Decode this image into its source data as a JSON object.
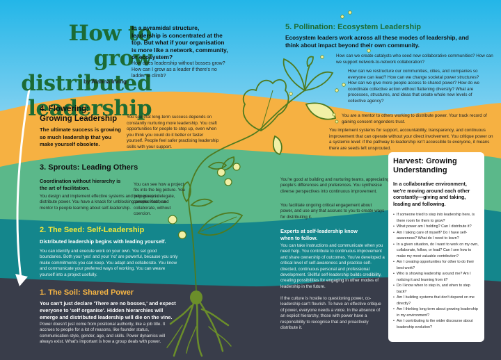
{
  "header": {
    "title": "How to grow distributed leadership",
    "title_lines": [
      "How to grow",
      "distributed",
      "leadership"
    ],
    "byline": "by Alanna Irving",
    "intro_bold": "In a pyramidal structure, leadership is concentrated at the top. But what if your organisation is more like a network, community, or ecosystem?",
    "intro_questions": "How does leadership without bosses grow? How can I grow as a leader if there's no ladder to climb?"
  },
  "sections": {
    "pollination": {
      "title": "5. Pollination: Ecosystem Leadership",
      "lead": "Ecosystem leaders work across all these modes of leadership, and think about impact beyond their own community.",
      "q1": "How can we create catalysts who seed new collaborative communities? How can we support network-to-network collaboration?",
      "q2": "How can we restructure our communities, cities, and companies so everyone can lead? How can we change societal power structures? How can we give more people access to shared power? How do we coordinate collective action without flattening diversity? What are processes, structures, and ideas that create whole new levels of collective agency?",
      "mentor": "You are a mentor to others working to distribute power. Your track record of gaining consent engenders trust.",
      "systems": "You implement systems for support, accountability, transparency, and continuous improvement that can operate without your direct involvement. You critique power on a systemic level: if the pathway to leadership isn't accessible to everyone, it means there are seeds left unsprouted."
    },
    "flowering": {
      "title_line1": "4. Flowering:",
      "title_line2": "Growing Leadership",
      "lead": "The ultimate success is growing so much leadership that you make yourself obsolete.",
      "body": "You see that long-term success depends on constantly nurturing more leadership. You craft opportunities for people to step up, even when you think you could do it better or faster yourself. People feel safer practising leadership skills with your support."
    },
    "sprouts": {
      "title": "3. Sprouts: Leading Others",
      "lead": "Coordination without hierarchy is the art of facilitation.",
      "body": "You design and implement effective systems and processes to distribute power. You have a knack for unblocking people. You're a mentor to people learning about self-leadership.",
      "body2": "You can see how a project fits into the big picture. You help groups delegate, communicate, and collaborate, without coercion.",
      "right1": "You're good at building and nurturing teams, appreciating people's differences and preferences. You synthesise diverse perspectives into continuous improvement.",
      "right2": "You facilitate ongoing critical engagement about power, and use any that accrues to you to create ways for distributing it."
    },
    "seed": {
      "title": "2. The Seed: Self-Leadership",
      "lead": "Distributed leadership begins with leading yourself.",
      "body": "You can identify and execute work on your own. You set good boundaries. Both your 'yes' and your 'no' are powerful, because you only make commitments you can keep. You adapt and collaborate. You know and communicate your preferred ways of working. You can weave yourself into a project usefully.",
      "right_lead": "Experts at self-leadership know when to follow.",
      "right_body": "You can take instructions and communicate when you need help. You contribute to continuous improvement and share ownership of outcomes. You've developed a critical level of self-awareness and practice self-directed, continuous personal and professional development. Skillful self-leadership builds credibility, creating possibilities for engaging in other modes of leadership in the future."
    },
    "soil": {
      "title": "1. The Soil: Shared Power",
      "lead": "You can't just declare 'There are no bosses,' and expect everyone to 'self organise'. Hidden hierarchies will emerge and distributed leadership will die on the vine.",
      "body": "Power doesn't just come from positional authority, like a job title. It accrues to people for a lot of reasons, like founder status, communication style, gender, age, and skills. Power dynamics will always exist. What's important is how a group deals with power.",
      "right": "If the culture is hostile to questioning power, co-leadership can't flourish. To have an effective critique of power, everyone needs a voice. In the absence of an explicit hierarchy, those with power have a responsibility to recognise that and proactively distribute it."
    }
  },
  "harvest": {
    "title": "Harvest: Growing Understanding",
    "lead": "In a collaborative environment, we're moving around each other constantly—giving and taking, leading and following.",
    "questions": [
      "If someone tried to step into leadership here, is there room for them to grow?",
      "What power am I holding? Can I distribute it?",
      "Am I taking care of myself? Do I have self-awareness? What do I need to learn?",
      "In a given situation, do I want to work on my own, collaborate, follow, or lead? Can I see how to make my most valuable contribution?",
      "Am I creating opportunities for other to do their best work?",
      "Who is showing leadership around me? Am I noticing it and learning from it?",
      "Do I know when to step in, and when to step back?",
      "Am I building systems that don't depend on me directly?",
      "Am I thinking long term about growing leadership in my environment?",
      "Am I contributing to the wider discourse about leadership evolution?"
    ]
  },
  "colors": {
    "sky_top": "#23b6e8",
    "sky_bottom": "#e3f2fb",
    "orange_band": "#f6b142",
    "green_band": "#5bb88a",
    "teal_band": "#14868c",
    "soil": "#393d4a",
    "title_green": "#1c6b34",
    "plant_green": "#4f7a1f",
    "seed_yellow": "#f4e83a",
    "soil_title": "#f6b544"
  },
  "icons": {
    "arrow": "growth-arrow-icon",
    "plant": "plant-illustration",
    "roots": "roots-illustration",
    "pollen": "pollen-dot-icon"
  }
}
